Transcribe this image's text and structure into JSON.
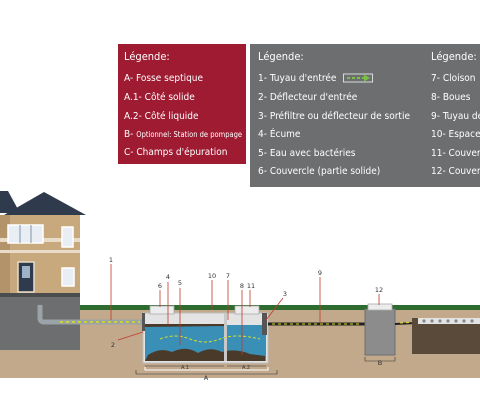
{
  "legend_left": {
    "title": "Légende:",
    "items": [
      {
        "text": "A- Fosse septique"
      },
      {
        "text": "A.1- Côté solide"
      },
      {
        "text": "A.2- Côté liquide"
      },
      {
        "prefix": "B-",
        "text": "Optionnel: Station de pompage"
      },
      {
        "text": "C- Champs d'épuration"
      }
    ]
  },
  "legend_mid": {
    "title": "Légende:",
    "items": [
      "1- Tuyau d'entrée",
      "2- Déflecteur d'entrée",
      "3- Préfiltre ou déflecteur de sortie",
      "4- Écume",
      "5- Eau avec bactéries",
      "6- Couvercle (partie solide)"
    ]
  },
  "legend_right": {
    "title": "Légende:",
    "items": [
      "7- Cloison",
      "8- Boues",
      "9- Tuyau de",
      "10- Espace v",
      "11- Couvercl",
      "12- Couvercl"
    ]
  },
  "diagram_labels": {
    "n1": "1",
    "n2": "2",
    "n3": "3",
    "n4": "4",
    "n5": "5",
    "n6": "6",
    "n7": "7",
    "n8": "8",
    "n9": "9",
    "n10": "10",
    "n11": "11",
    "n12": "12",
    "A": "A",
    "A1": "A.1",
    "A2": "A.2",
    "B": "B"
  },
  "colors": {
    "legend_red": "#9e1b32",
    "legend_grey": "#6d6e70",
    "pipe_arrow": "#7ac143",
    "grass": "#2e6b2e",
    "soil": "#c2a98c",
    "water": "#3a8fb7",
    "house_wall": "#c8a97e",
    "roof": "#2f3a4d",
    "label_line": "#c0392b"
  }
}
